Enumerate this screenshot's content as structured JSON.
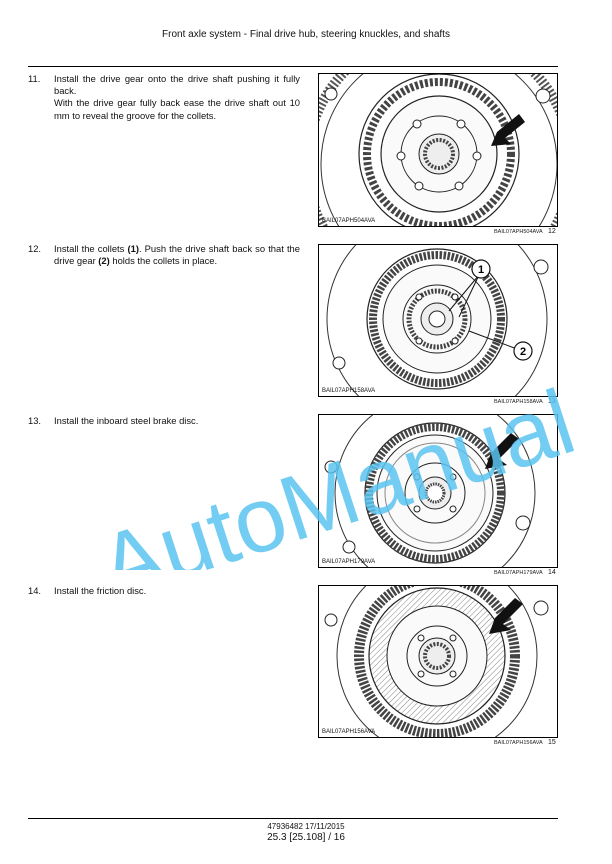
{
  "header": {
    "title": "Front axle system - Final drive hub, steering knuckles, and shafts"
  },
  "steps": [
    {
      "num": "11.",
      "lines": [
        "Install the drive gear onto the drive shaft pushing it fully back.",
        "With the drive gear fully back ease the drive shaft out 10 mm to reveal the groove for the collets."
      ],
      "image_code": "BAIL07APH504AVA",
      "ref": "BAIL07APH504AVA",
      "fig_num": "12"
    },
    {
      "num": "12.",
      "pre": "Install the collets ",
      "b1": "(1)",
      "mid": ". Push the drive shaft back so that the drive gear ",
      "b2": "(2)",
      "post": " holds the collets in place.",
      "image_code": "BAIL07APH158AVA",
      "ref": "BAIL07APH158AVA",
      "fig_num": "13",
      "callouts": [
        "1",
        "2"
      ]
    },
    {
      "num": "13.",
      "lines": [
        "Install the inboard steel brake disc."
      ],
      "image_code": "BAIL07APH179AVA",
      "ref": "BAIL07APH179AVA",
      "fig_num": "14"
    },
    {
      "num": "14.",
      "lines": [
        "Install the friction disc."
      ],
      "image_code": "BAIL07APH156AVA",
      "ref": "BAIL07APH156AVA",
      "fig_num": "15"
    }
  ],
  "footer": {
    "doc": "47936482 17/11/2015",
    "page": "25.3 [25.108] / 16"
  },
  "watermark": {
    "text": "AutoManual",
    "color": "#5bc3f0"
  }
}
